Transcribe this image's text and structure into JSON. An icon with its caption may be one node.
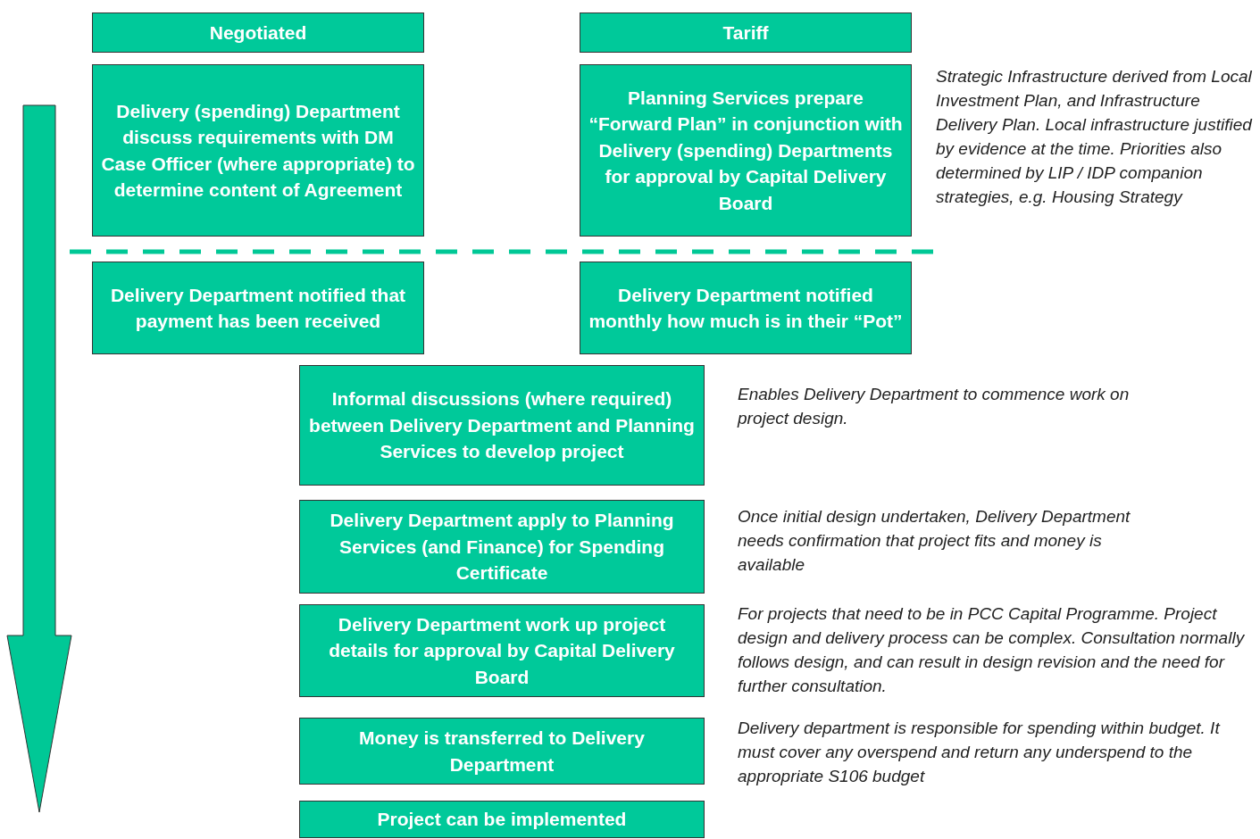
{
  "diagram": {
    "nodes": [
      {
        "text": [
          "Negotiated"
        ]
      },
      {
        "text": [
          "Tariff"
        ]
      },
      {
        "text": [
          "Delivery (spending) Department discuss requirements with DM Case Officer (where appropriate) to determine content of Agreement"
        ]
      },
      {
        "text": [
          "Planning Services prepare “Forward Plan” in conjunction with Delivery (spending) Departments for approval by Capital Delivery Board"
        ]
      },
      {
        "text": [
          "Delivery Department notified that payment has been received"
        ]
      },
      {
        "text": [
          "Delivery Department notified monthly  how much is in their “Pot”"
        ]
      },
      {
        "text": [
          "Informal discussions (where required) between Delivery Department and Planning Services to develop project"
        ]
      },
      {
        "text": [
          "Delivery Department apply to Planning Services (and Finance) for Spending Certificate"
        ]
      },
      {
        "text": [
          "Delivery Department work up project details for approval by Capital Delivery Board"
        ]
      },
      {
        "text": [
          "Money is transferred to Delivery Department"
        ]
      },
      {
        "text": [
          "Project can be implemented"
        ]
      }
    ],
    "labels": [
      "Strategic Infrastructure derived from Local Investment Plan, and Infrastructure Delivery Plan.  Local infrastructure justified by evidence at the time. Priorities also determined by LIP / IDP companion strategies, e.g. Housing Strategy",
      "Enables Delivery Department to commence work on project design.",
      "Once initial design undertaken, Delivery Department needs confirmation that project fits and money is available",
      "For projects that need to be in PCC Capital Programme. Project design and delivery process can be complex. Consultation normally follows design, and can result in design revision and the need for further consultation.",
      "Delivery department is responsible for spending within budget.  It must cover any overspend and return any underspend to the appropriate S106 budget"
    ]
  }
}
